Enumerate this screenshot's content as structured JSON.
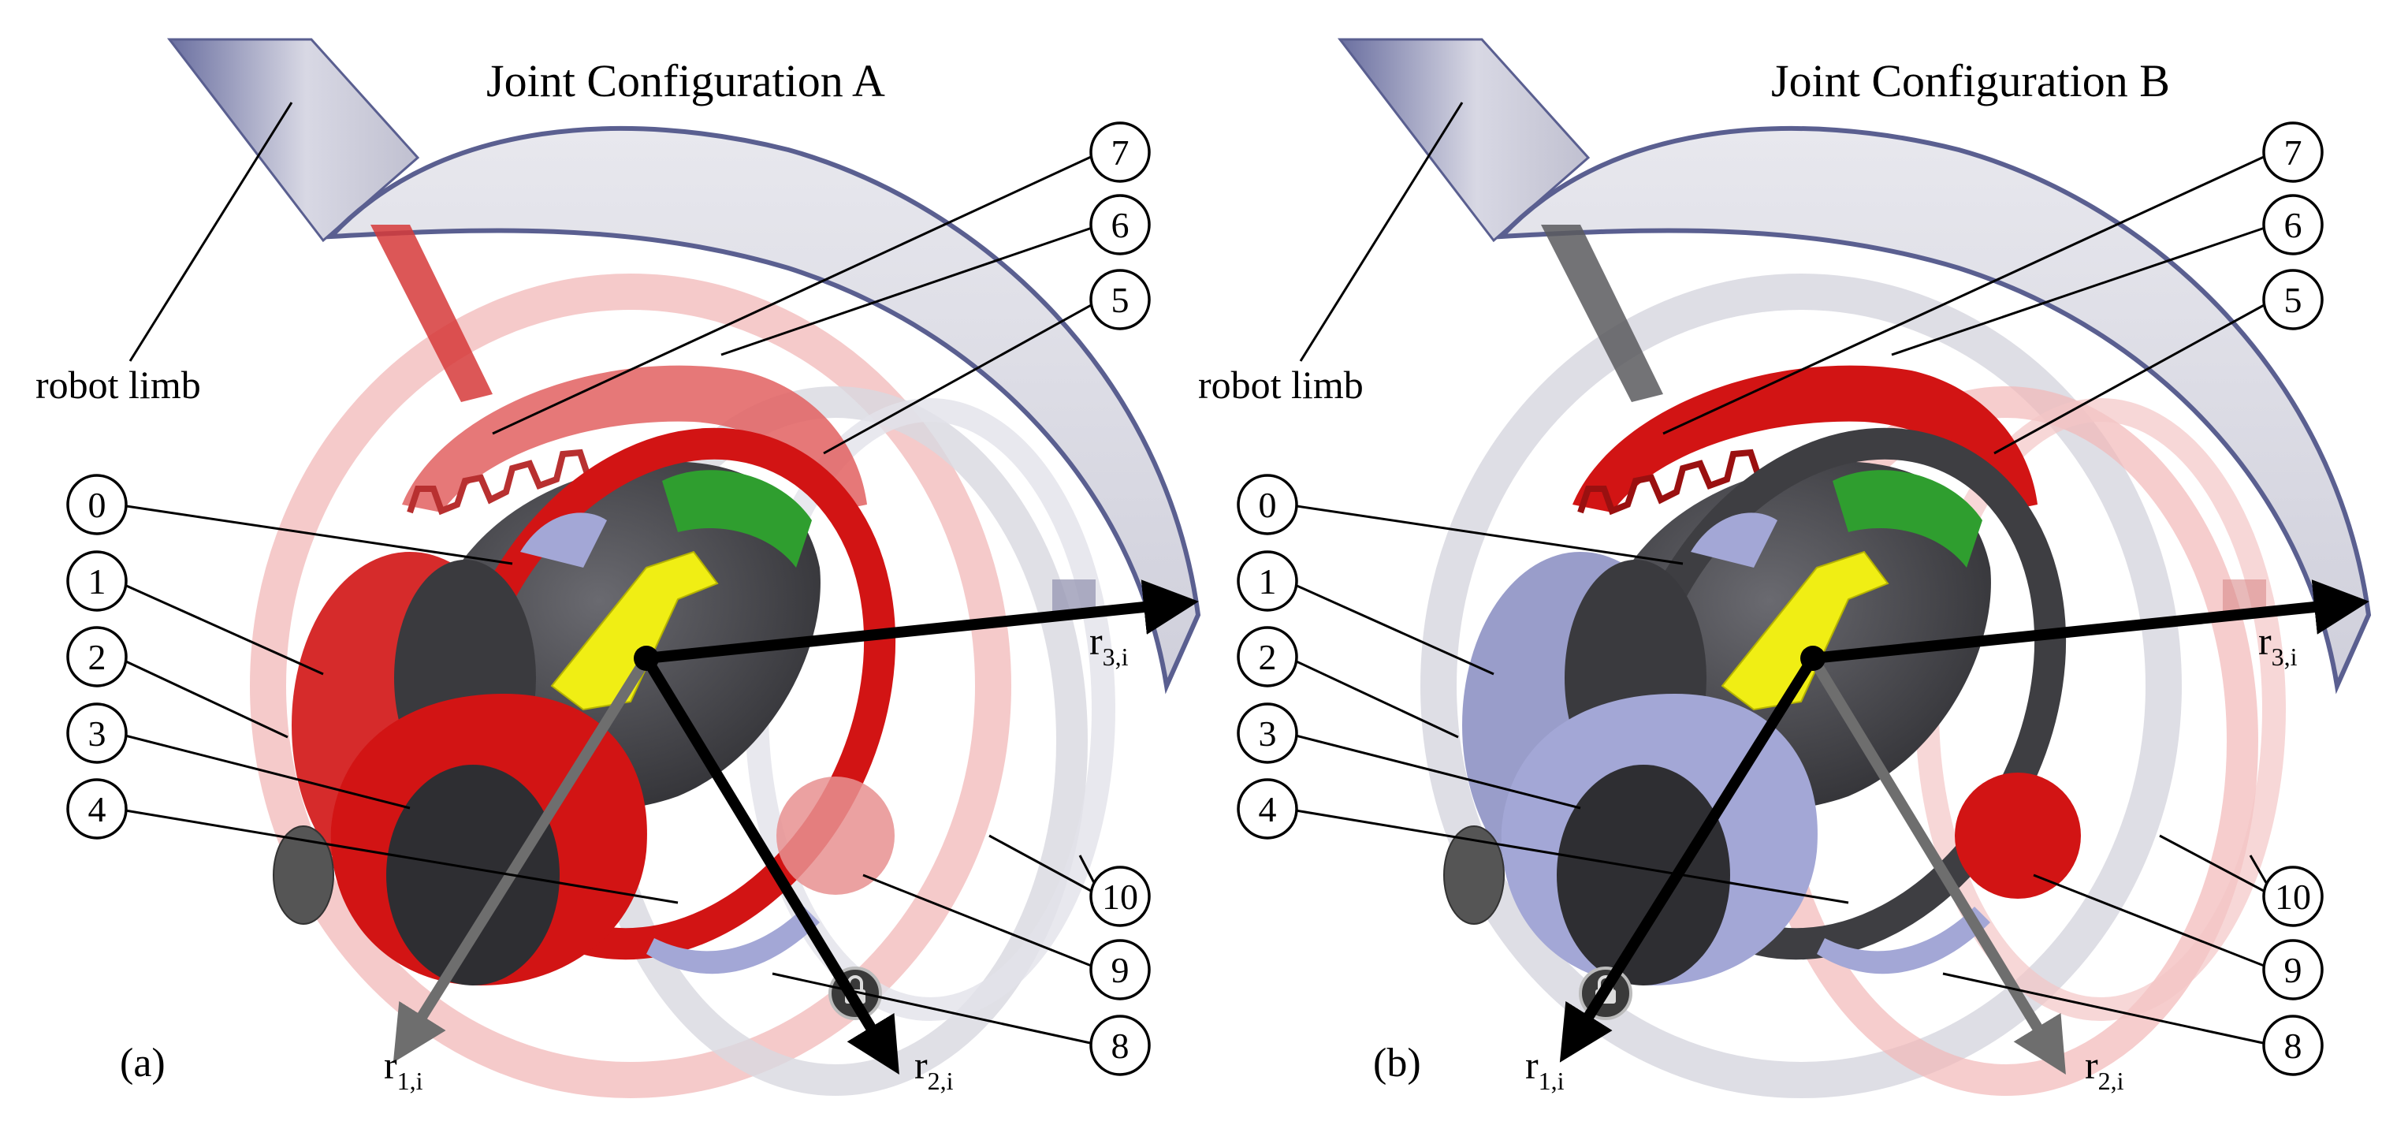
{
  "panels": [
    {
      "id": "a",
      "title": "Joint Configuration A",
      "sublabel": "(a)",
      "robot_limb_label": "robot limb",
      "callouts": [
        "0",
        "1",
        "2",
        "3",
        "4",
        "5",
        "6",
        "7",
        "8",
        "9",
        "10"
      ],
      "vectors": [
        {
          "base": "r",
          "sub": "1,i"
        },
        {
          "base": "r",
          "sub": "2,i"
        },
        {
          "base": "r",
          "sub": "3,i"
        }
      ]
    },
    {
      "id": "b",
      "title": "Joint Configuration B",
      "sublabel": "(b)",
      "robot_limb_label": "robot limb",
      "callouts": [
        "0",
        "1",
        "2",
        "3",
        "4",
        "5",
        "6",
        "7",
        "8",
        "9",
        "10"
      ],
      "vectors": [
        {
          "base": "r",
          "sub": "1,i"
        },
        {
          "base": "r",
          "sub": "2,i"
        },
        {
          "base": "r",
          "sub": "3,i"
        }
      ]
    }
  ],
  "colors": {
    "locked_gear": "#d21414",
    "locked_gear_faded": "#f2b8b8",
    "free_gear": "#a3a7d6",
    "free_gear_faded": "#d8d8e0",
    "housing": "#4a4a4e",
    "limb": "#c8c8d8",
    "limb_edge": "#5a5f90",
    "yellow_part": "#f0ee14",
    "green_gear": "#2f9e2f",
    "vector": "#000000",
    "vector_grey": "#6e6e6e"
  },
  "icons": [
    "lock-icon",
    "lock-icon"
  ]
}
